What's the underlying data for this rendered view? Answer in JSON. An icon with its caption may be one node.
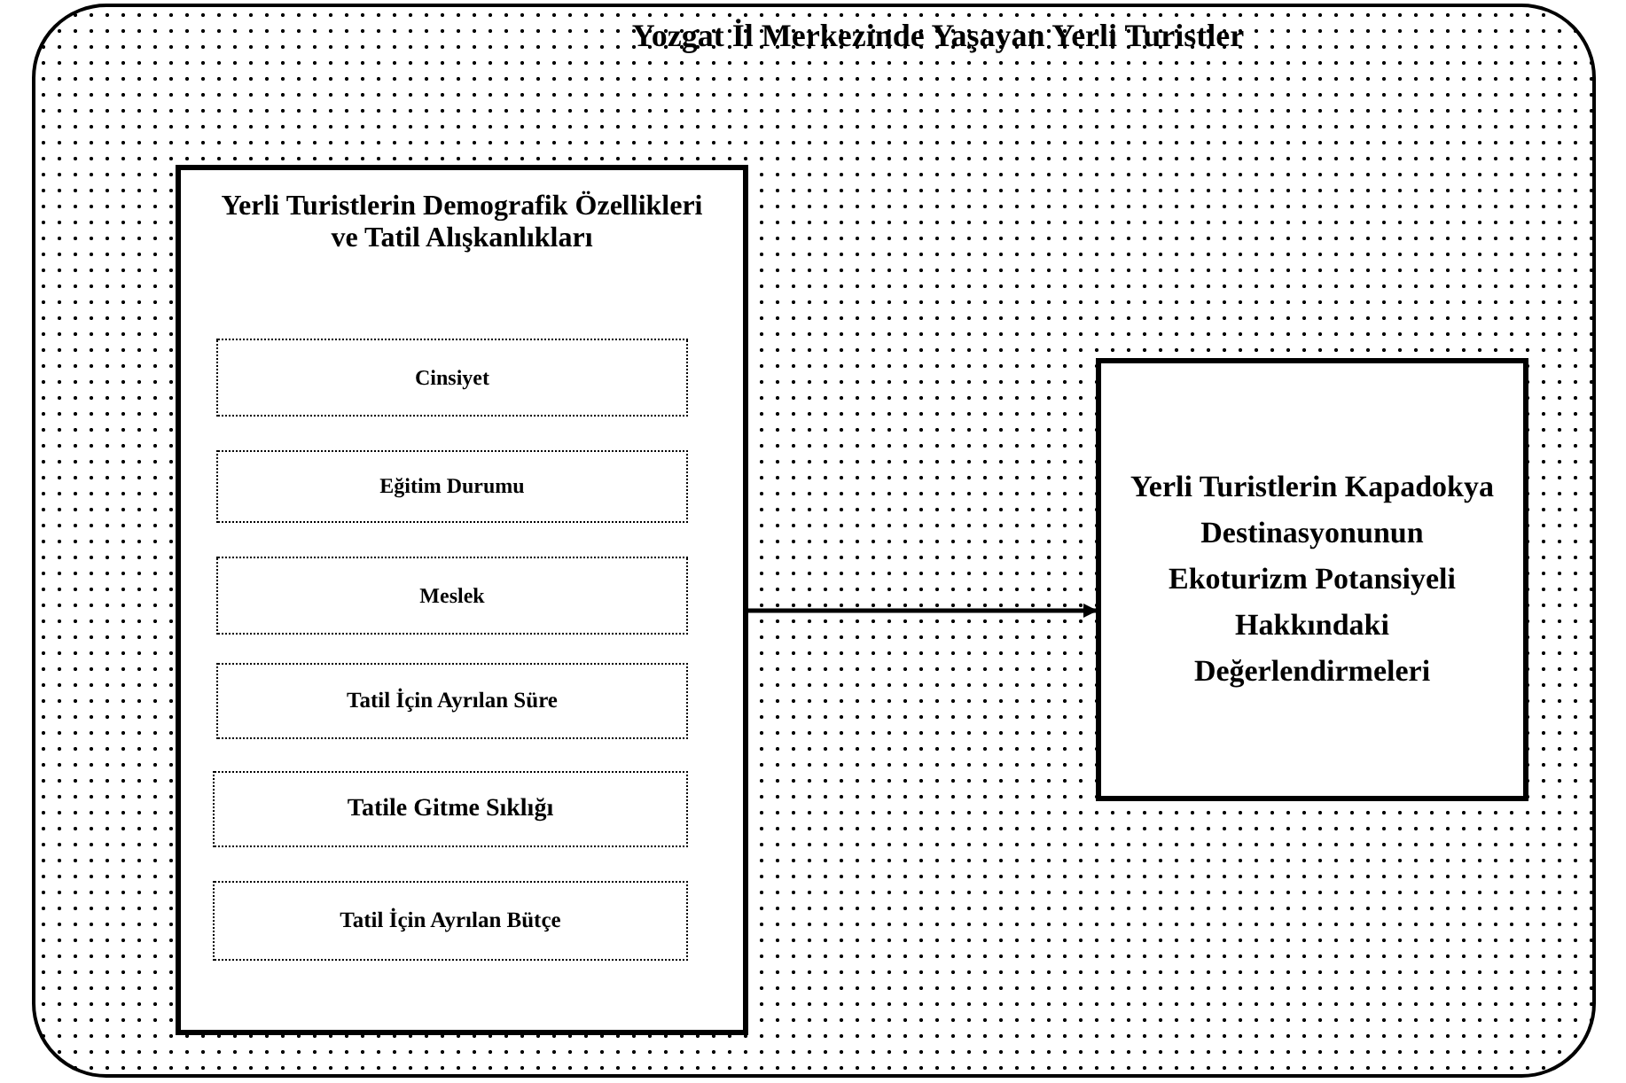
{
  "diagram": {
    "nodes": [
      {
        "text": [
          "Yozgat İl Merkezinde Yaşayan Yerli Turistler"
        ]
      },
      {
        "text": [
          "Yerli Turistlerin Demografik Özellikleri ve Tatil Alışkanlıkları"
        ],
        "in": 0
      },
      {
        "text": [
          "Cinsiyet"
        ],
        "in": 1
      },
      {
        "text": [
          "Eğitim Durumu"
        ],
        "in": 1
      },
      {
        "text": [
          "Meslek"
        ],
        "in": 1
      },
      {
        "text": [
          "Tatil İçin Ayrılan Süre"
        ],
        "in": 1
      },
      {
        "text": [
          "Tatile Gitme Sıklığı"
        ],
        "in": 1
      },
      {
        "text": [
          "Tatil İçin Ayrılan Bütçe"
        ],
        "in": 1
      },
      {
        "text": [
          "Yerli Turistlerin Kapadokya Destinasyonunun Ekoturizm Potansiyeli Hakkındaki Değerlendirmeleri"
        ],
        "in": 0
      }
    ],
    "edges": [
      {
        "from": 1,
        "to": 8,
        "arrow": "to"
      }
    ]
  }
}
